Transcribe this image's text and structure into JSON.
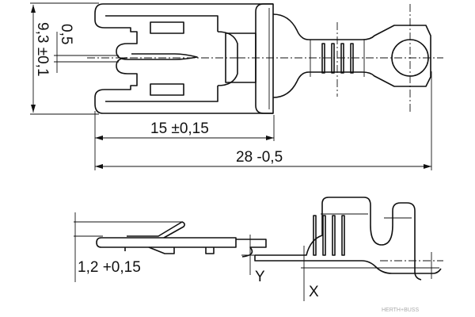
{
  "drawing": {
    "top_view": {
      "dim_pitch": "0,5",
      "dim_width": "9,3 ±0,1",
      "dim_contact_length": "15 ±0,15",
      "dim_total_length": "28 -0,5"
    },
    "side_view": {
      "dim_height": "1,2 +0,15",
      "label_y": "Y",
      "label_x": "X"
    },
    "watermark": "HERTH+BUSS"
  }
}
